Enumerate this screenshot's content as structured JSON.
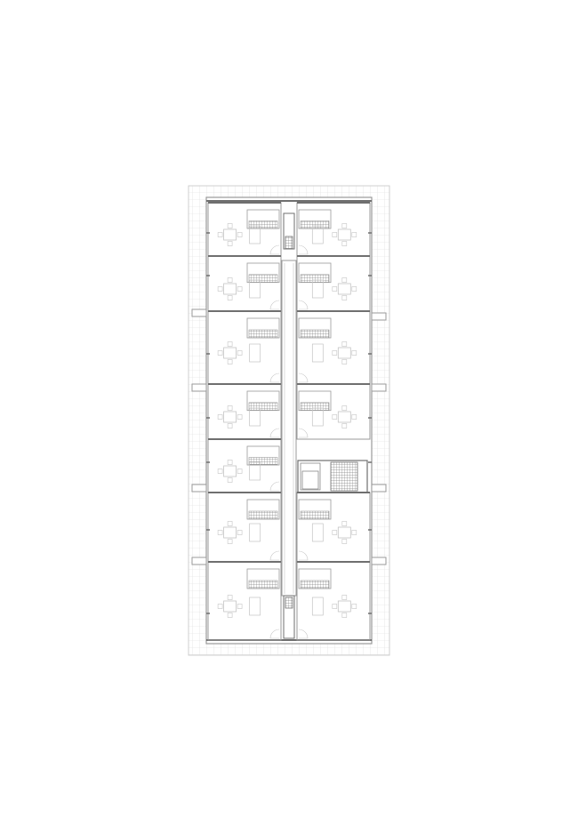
{
  "drawing": {
    "subject": "",
    "labels": []
  },
  "colors": {
    "background": "#ffffff",
    "outline": "#cfcfcf",
    "grid": "#dcdcdc",
    "wall": "#9a9a9a",
    "wall_dark": "#6f6f6f",
    "furniture": "#c4c4c4",
    "stair": "#888888"
  },
  "units": {
    "left_side": [
      "unit-l1",
      "unit-l2",
      "unit-l3",
      "unit-l4",
      "unit-l5",
      "unit-l6",
      "unit-l7"
    ],
    "right_side": [
      "unit-r1",
      "unit-r2",
      "unit-r3",
      "unit-r4",
      "unit-r5",
      "unit-r6",
      "unit-r7"
    ]
  }
}
